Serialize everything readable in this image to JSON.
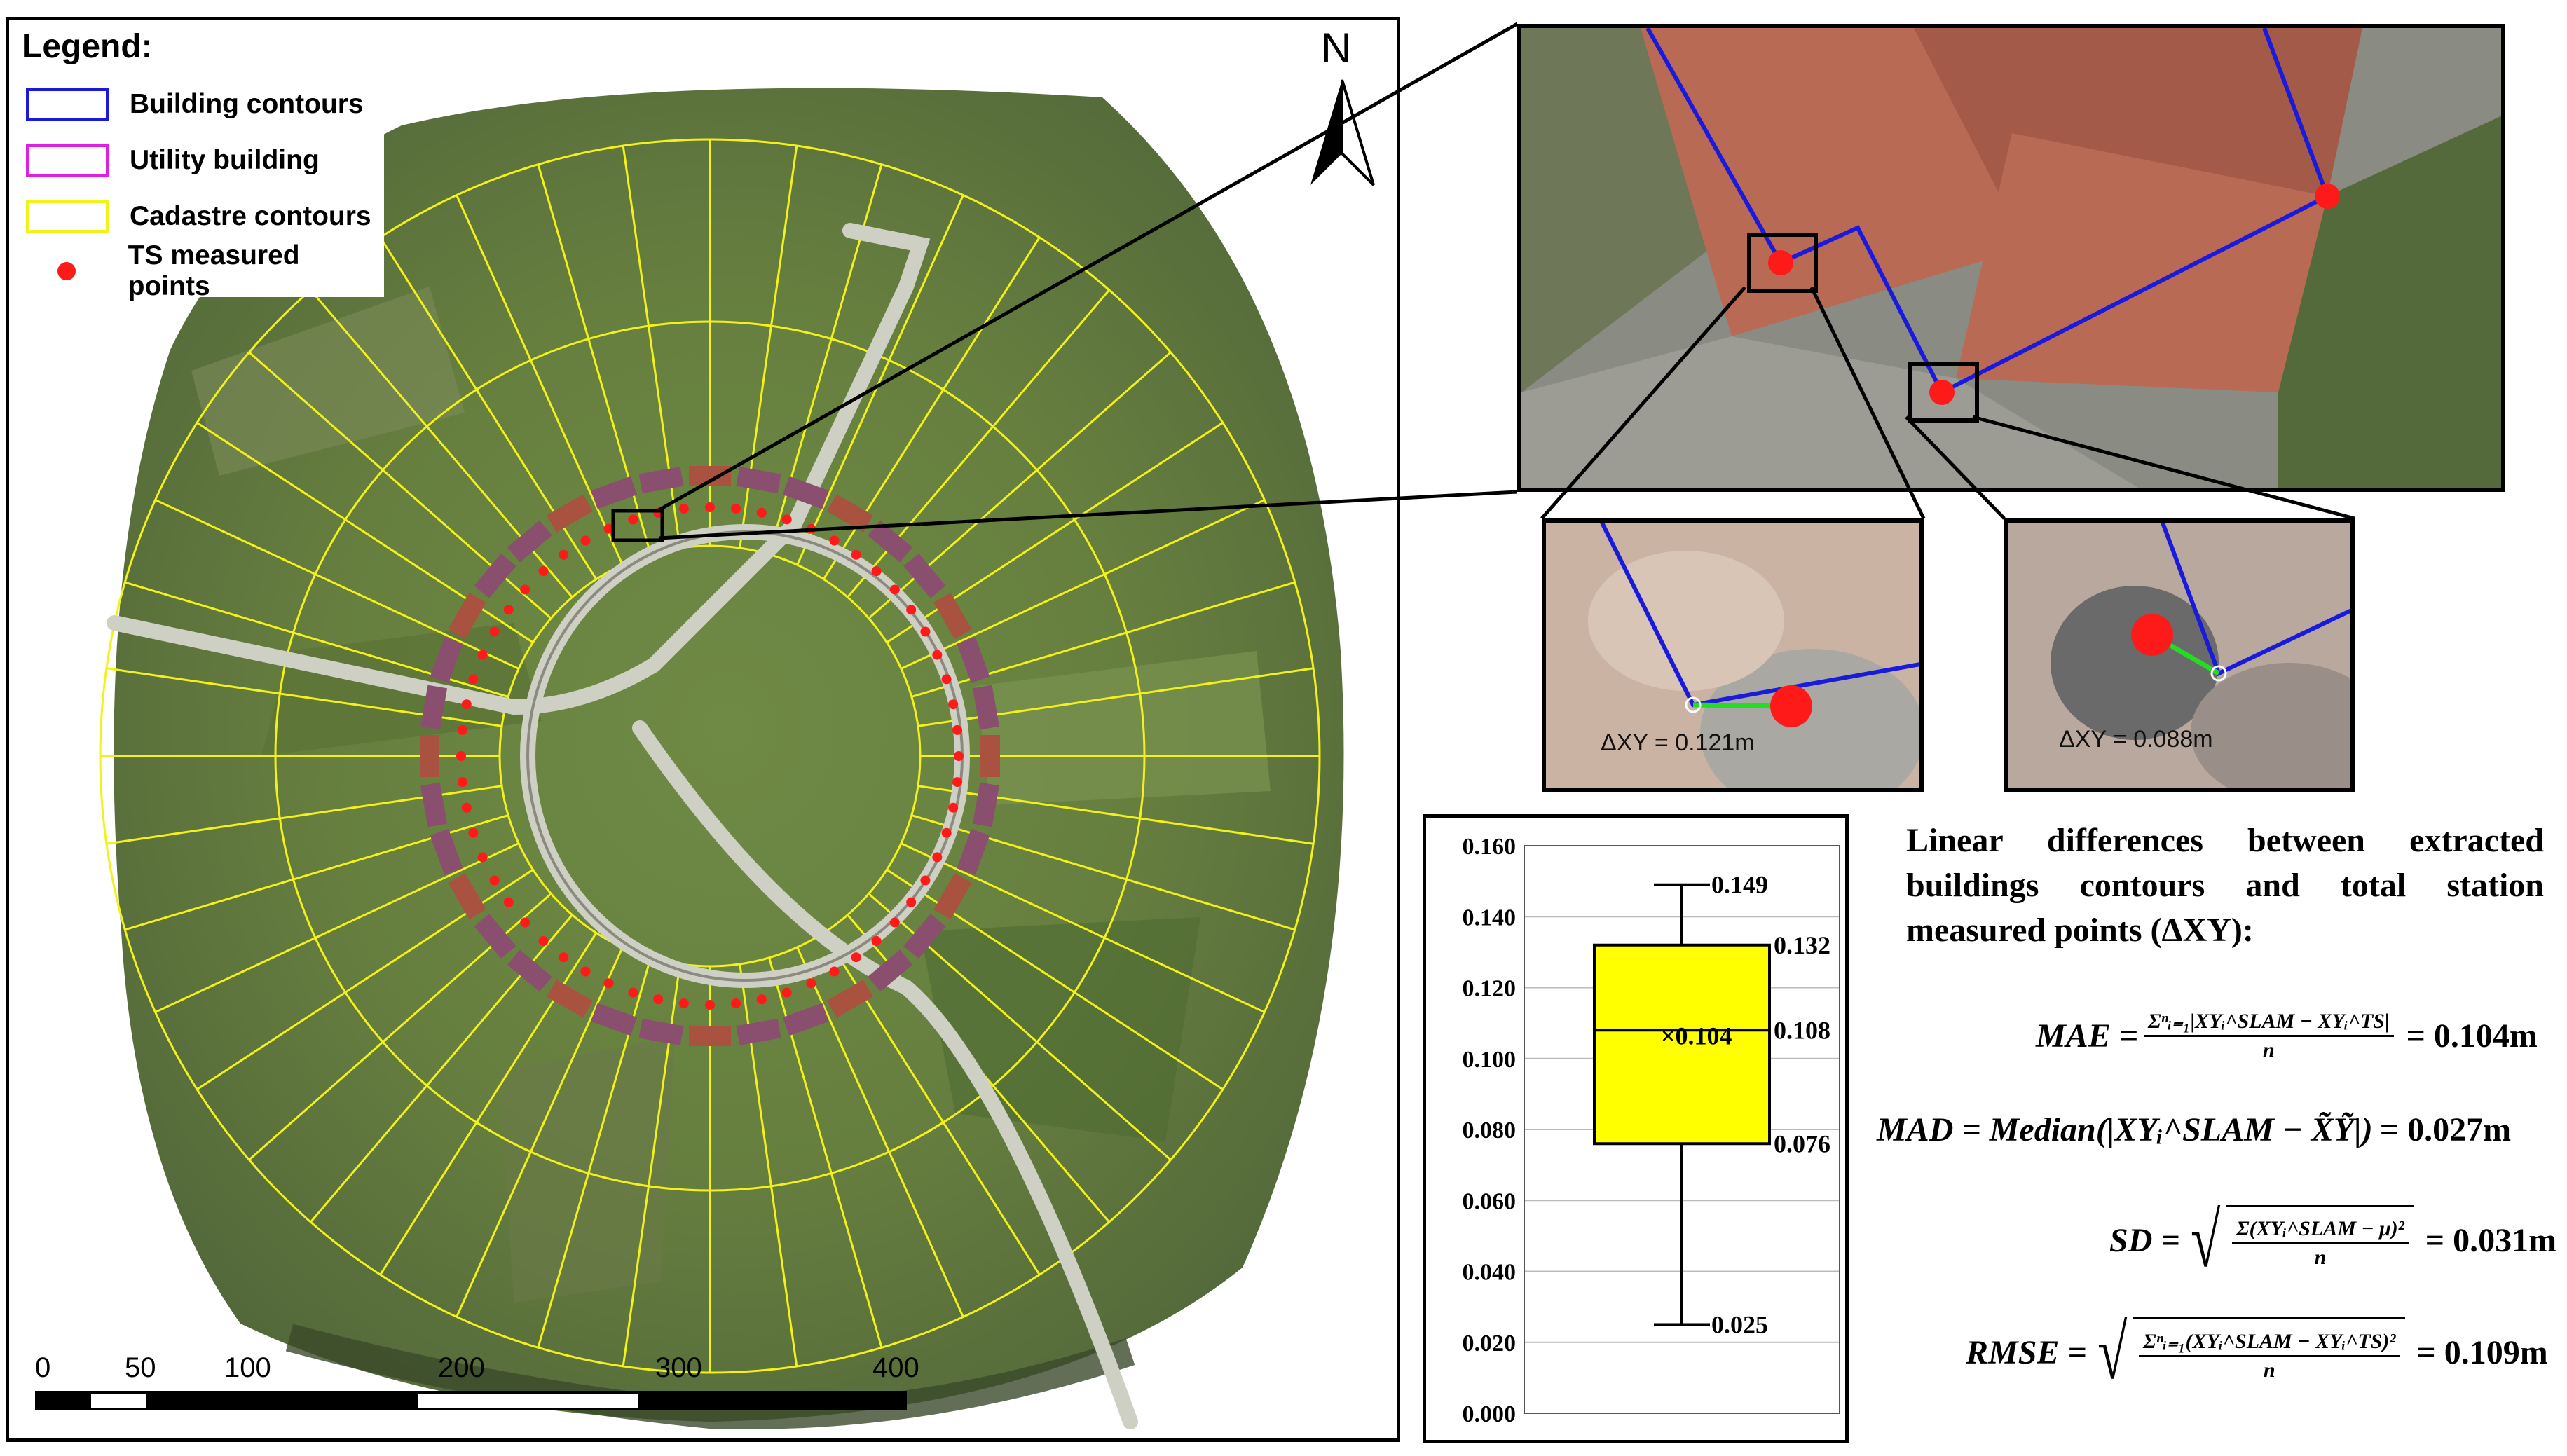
{
  "legend": {
    "title": "Legend:",
    "items": [
      {
        "label": "Building contours",
        "color": "#1a1adc",
        "kind": "box"
      },
      {
        "label": "Utility building",
        "color": "#e020e0",
        "kind": "box"
      },
      {
        "label": "Cadastre contours",
        "color": "#f2f21a",
        "kind": "box"
      },
      {
        "label": "TS measured points",
        "color": "#ff1a1a",
        "kind": "dot"
      }
    ]
  },
  "north_label": "N",
  "scale_bar": {
    "ticks": [
      "0",
      "50",
      "100",
      "200",
      "300",
      "400"
    ]
  },
  "zoom_labels": {
    "left": "ΔXY = 0.121m",
    "right": "ΔXY = 0.088m"
  },
  "chart_data": {
    "type": "box",
    "y_ticks": [
      "0.000",
      "0.020",
      "0.040",
      "0.060",
      "0.080",
      "0.100",
      "0.120",
      "0.140",
      "0.160"
    ],
    "ylim": [
      0,
      0.16
    ],
    "min": 0.025,
    "q1": 0.076,
    "median": 0.108,
    "mean": 0.104,
    "q3": 0.132,
    "max": 0.149,
    "labels": {
      "max": "0.149",
      "q3": "0.132",
      "median": "0.108",
      "q1": "0.076",
      "min": "0.025",
      "mean": "×0.104"
    },
    "box_color": "#ffff00"
  },
  "stats": {
    "title": "Linear differences between extracted buildings contours and total station measured points (ΔXY):",
    "mae": {
      "lhs": "MAE =",
      "num": "Σⁿᵢ₌₁|XYᵢ^SLAM − XYᵢ^TS|",
      "den": "n",
      "result": "= 0.104m"
    },
    "mad": {
      "lhs": "MAD = Median(|XYᵢ^SLAM − X̃Ỹ|)",
      "result": "= 0.027m"
    },
    "sd": {
      "lhs": "SD =",
      "num": "Σ(XYᵢ^SLAM − μ)²",
      "den": "n",
      "result": "= 0.031m"
    },
    "rmse": {
      "lhs": "RMSE =",
      "num": "Σⁿᵢ₌₁(XYᵢ^SLAM − XYᵢ^TS)²",
      "den": "n",
      "result": "= 0.109m"
    }
  }
}
